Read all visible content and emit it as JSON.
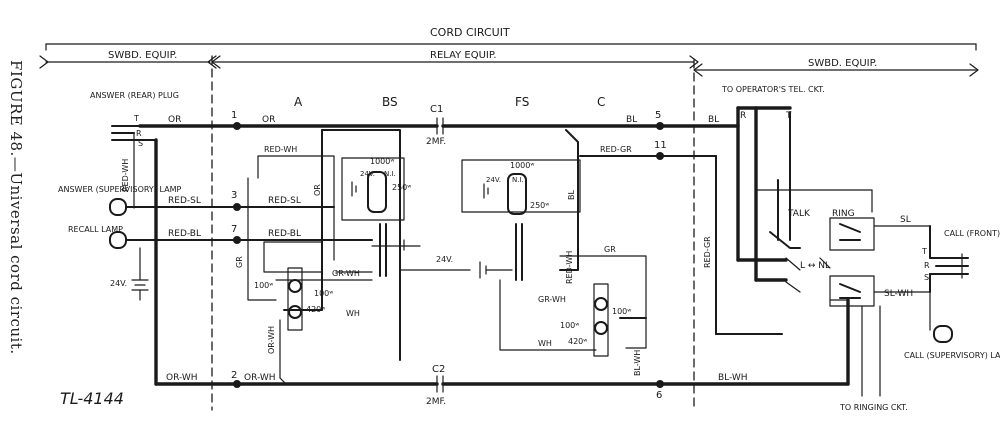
{
  "caption": "FIGURE 48.—Universal cord circuit.",
  "drawing_number": "TL-4144",
  "sections": {
    "cord_circuit": "CORD CIRCUIT",
    "swbd_equip_left": "SWBD. EQUIP.",
    "relay_equip": "RELAY EQUIP.",
    "swbd_equip_right": "SWBD. EQUIP."
  },
  "relay_groups": {
    "a": "A",
    "bs": "BS",
    "fs": "FS",
    "c": "C"
  },
  "left_equipment": {
    "answer_plug": "ANSWER (REAR) PLUG",
    "answer_lamp": "ANSWER (SUPERVISORY) LAMP",
    "recall_lamp": "RECALL LAMP",
    "battery": "24V."
  },
  "right_equipment": {
    "operator_circuit": "TO OPERATOR'S TEL. CKT.",
    "talk": "TALK",
    "ring": "RING",
    "l_nl": "L ↔ NL",
    "call_plug": "CALL (FRONT) PLUG",
    "call_lamp": "CALL (SUPERVISORY) LAMP",
    "ringing": "TO RINGING CKT."
  },
  "capacitors": {
    "c1": "C1",
    "c1_value": "2MF.",
    "c2": "C2",
    "c2_value": "2MF."
  },
  "terminals": [
    "1",
    "2",
    "3",
    "5",
    "6",
    "7",
    "11"
  ],
  "wire_labels": {
    "or": "OR",
    "bl": "BL",
    "or_wh": "OR-WH",
    "bl_wh": "BL-WH",
    "red_sl": "RED-SL",
    "red_bl": "RED-BL",
    "red_gr": "RED-GR",
    "red_wh": "RED-WH",
    "gr": "GR",
    "wh": "WH",
    "sl": "SL",
    "sl_wh": "SL-WH",
    "gr_wh": "GR-WH",
    "r": "R",
    "t": "T",
    "s": "S"
  },
  "resistors": {
    "r1000": "1000ʷ",
    "r250": "250ʷ",
    "r100": "100ʷ",
    "r420": "420ʷ",
    "ni": "N.I."
  }
}
